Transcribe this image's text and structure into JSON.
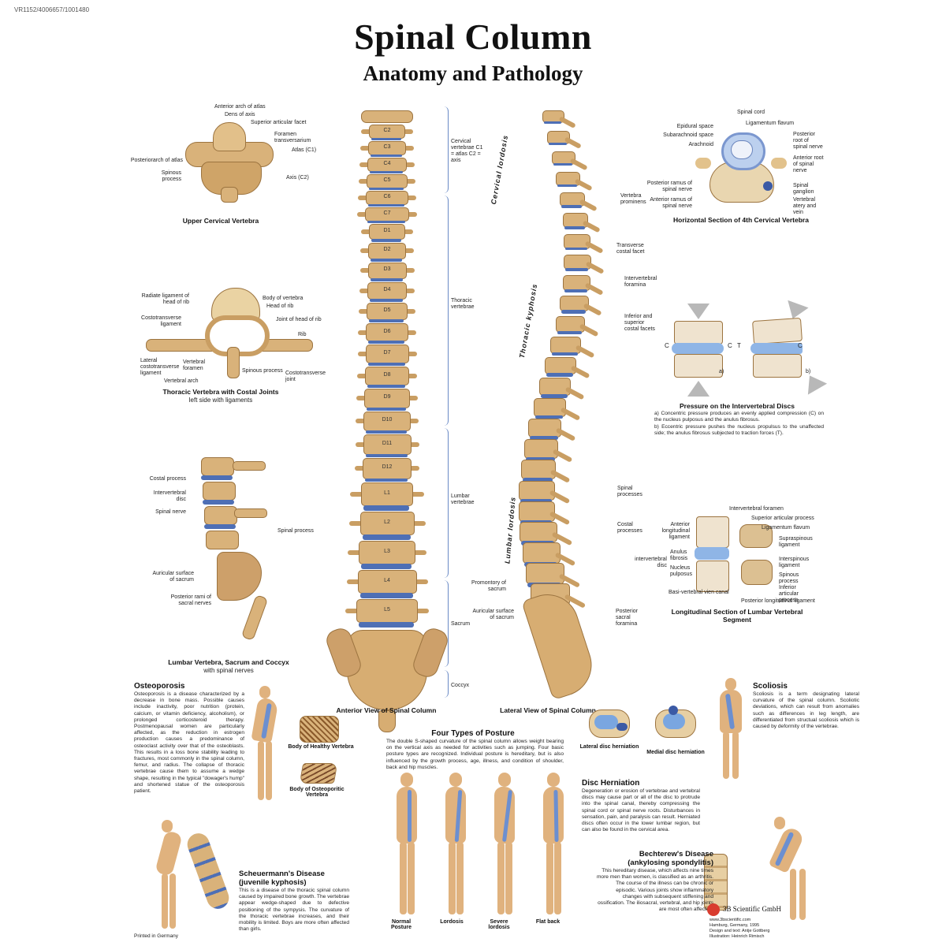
{
  "header": {
    "code": "VR1152/4006657/1001480",
    "title": "Spinal Column",
    "subtitle": "Anatomy and Pathology"
  },
  "upper_cervical": {
    "caption": "Upper Cervical Vertebra",
    "labels": [
      "Anterior arch of atlas",
      "Dens of axis",
      "Superior articular facet",
      "Foramen transversarium",
      "Atlas (C1)",
      "Posteriorarch of atlas",
      "Spinous process",
      "Axis (C2)"
    ]
  },
  "thoracic": {
    "caption": "Thoracic Vertebra with Costal Joints",
    "caption_sub": "left side with ligaments",
    "labels": [
      "Radiate ligament of head of rib",
      "Body of vertebra",
      "Head of rib",
      "Costotransverse ligament",
      "Joint of head of rib",
      "Rib",
      "Lateral costotransverse ligament",
      "Vertebral foramen",
      "Spinous process",
      "Costotransverse joint",
      "Vertebral arch"
    ]
  },
  "lumbar_sacrum": {
    "caption": "Lumbar Vertebra, Sacrum and Coccyx",
    "caption_sub": "with spinal nerves",
    "labels": [
      "Costal process",
      "Intervertebral disc",
      "Spinal nerve",
      "Spinal process",
      "Auricular surface of sacrum",
      "Posterior rami of sacral nerves"
    ]
  },
  "anterior": {
    "caption": "Anterior View of Spinal Column",
    "vertebrae": [
      "C2",
      "C3",
      "C4",
      "C5",
      "C6",
      "C7",
      "D1",
      "D2",
      "D3",
      "D4",
      "D5",
      "D6",
      "D7",
      "D8",
      "D9",
      "D10",
      "D11",
      "D12",
      "L1",
      "L2",
      "L3",
      "L4",
      "L5"
    ],
    "regions": [
      "Cervical vertebrae C1 = atlas C2 = axis",
      "Thoracic vertebrae",
      "Lumbar vertebrae",
      "Sacrum",
      "Coccyx"
    ]
  },
  "lateral": {
    "caption": "Lateral View of Spinal Column",
    "curves": [
      "Cervical lordosis",
      "Thoracic kyphosis",
      "Lumbar lordosis"
    ],
    "labels": [
      "Vertebra prominens",
      "Transverse costal facet",
      "Intervertebral foramina",
      "Inferior and superior costal facets",
      "Spinal processes",
      "Costal processes",
      "Promontory of sacrum",
      "Auricular surface of sacrum",
      "Posterior sacral foramina"
    ]
  },
  "horizontal": {
    "caption": "Horizontal Section of 4th Cervical Vertebra",
    "labels": [
      "Spinal cord",
      "Ligamentum flavum",
      "Epidural space",
      "Subarachnoid space",
      "Arachnoid",
      "Posterior root of spinal nerve",
      "Anterior root of spinal nerve",
      "Spinal ganglion",
      "Posterior ramus of spinal nerve",
      "Anterior ramus of spinal nerve",
      "Vertebral atery and vein"
    ]
  },
  "pressure": {
    "caption": "Pressure on the Intervertebral Discs",
    "text_a": "a) Concentric pressure produces an evenly applied compression (C) on the nucleus pulposus and the anulus fibrosus.",
    "text_b": "b) Eccentric pressure pushes the nucleus propulsus to the unaffected side; the anulus fibrosus subjected to traction forces (T).",
    "marks": [
      "C",
      "C",
      "T",
      "C",
      "a)",
      "b)"
    ]
  },
  "longitudinal": {
    "caption": "Longitudinal Section of Lumbar Vertebral Segment",
    "labels": [
      "Intervertebral foramen",
      "Superior articular process",
      "Ligamentum flavum",
      "Anterior longitudinal ligament",
      "Supraspinous ligament",
      "Anulus fibrosis",
      "intervertebral disc",
      "Interspinous ligament",
      "Nucleus pulposus",
      "Spinous process",
      "Basi-vertebral vien canal",
      "Inferior articular process",
      "Posterior longitudinal ligament"
    ]
  },
  "osteoporosis": {
    "heading": "Osteoporosis",
    "text": "Osteoporosis is a disease characterized by a decrease in bone mass. Possible causes include inactivity, poor nutrition (protein, calcium, or vitamin deficiency, alcoholism), or prolonged corticosteroid therapy. Postmenopausal women are particularly affected, as the reduction in estrogen production causes a predominance of osteoclast activity over that of the osteoblasts. This results in a loss bone stability leading to fractures, most commonly in the spinal column, femur, and radius. The collapse of thoracic vertebrae cause them to assume a wedge shape, resulting in the typical \"dowager's hump\" and shortened statue of the osteoporosis patient.",
    "healthy_caption": "Body of Healthy Vertebra",
    "osteo_caption": "Body of Osteoporitic Vertebra"
  },
  "posture": {
    "heading": "Four Types of Posture",
    "text": "The double S-shaped curvature of the spinal column allows weight bearing on the vertical axis as needed for activities such as jumping. Four basic posture types are recognized. Individual posture is hereditary, but is also influenced by the growth process, age, illness, and condition of shoulder, back and hip muscles.",
    "types": [
      "Normal Posture",
      "Lordosis",
      "Severe lordosis",
      "Flat back"
    ]
  },
  "scheuermann": {
    "heading": "Scheuermann's Disease (juvenile kyphosis)",
    "text": "This is a disease of the thoracic spinal column caused by impaired bone growth. The vertebrae appear wedge-shaped due to defective positioning of the sympysis. The curvature of the thoracic vertebrae increases, and their mobility is limited. Boys are more often affected than girls."
  },
  "herniation": {
    "lateral_caption": "Lateral disc herniation",
    "medial_caption": "Medial disc herniation",
    "heading": "Disc Herniation",
    "text": "Degeneration or erosion of vertebrae and vertebral discs may cause part or all of the disc to protrude into the spinal canal, thereby compressing the spinal cord or spinal nerve roots. Disturbances in sensation, pain, and paralysis can result. Herniated discs often occur in the lower lumbar region, but can also be found in the cervical area."
  },
  "scoliosis": {
    "heading": "Scoliosis",
    "text": "Scoliosis is a term designating lateral curvature of the spinal column. Scoliotic deviations, which can result from anomalies such as differences in leg length, are differentiated from structual scoliosis which is caused by deformity of the vertebrae."
  },
  "bechterew": {
    "heading": "Bechterew's Disease (ankylosing spondylitis)",
    "text": "This hereditary disease, which affects nine times more men than women, is classified as an arthritis. The course of the illness can be chronic or episodic. Various joints show inflammatory changes with subsequent stiffening and ossification. The iliosacral, vertebral, and hip joints are most often affected."
  },
  "footer": {
    "printed": "Printed in Germany",
    "publisher": "3B Scientific GmbH",
    "website": "www.3bscientific.com",
    "location": "Hamburg, Germany, 1995",
    "credit1": "Design and text: Antje Gottberg",
    "credit2": "Illustration: Heinrich Rimisch"
  },
  "colors": {
    "bone": "#d9b27a",
    "disc": "#4e6fb5",
    "skin": "#e0b27e"
  }
}
